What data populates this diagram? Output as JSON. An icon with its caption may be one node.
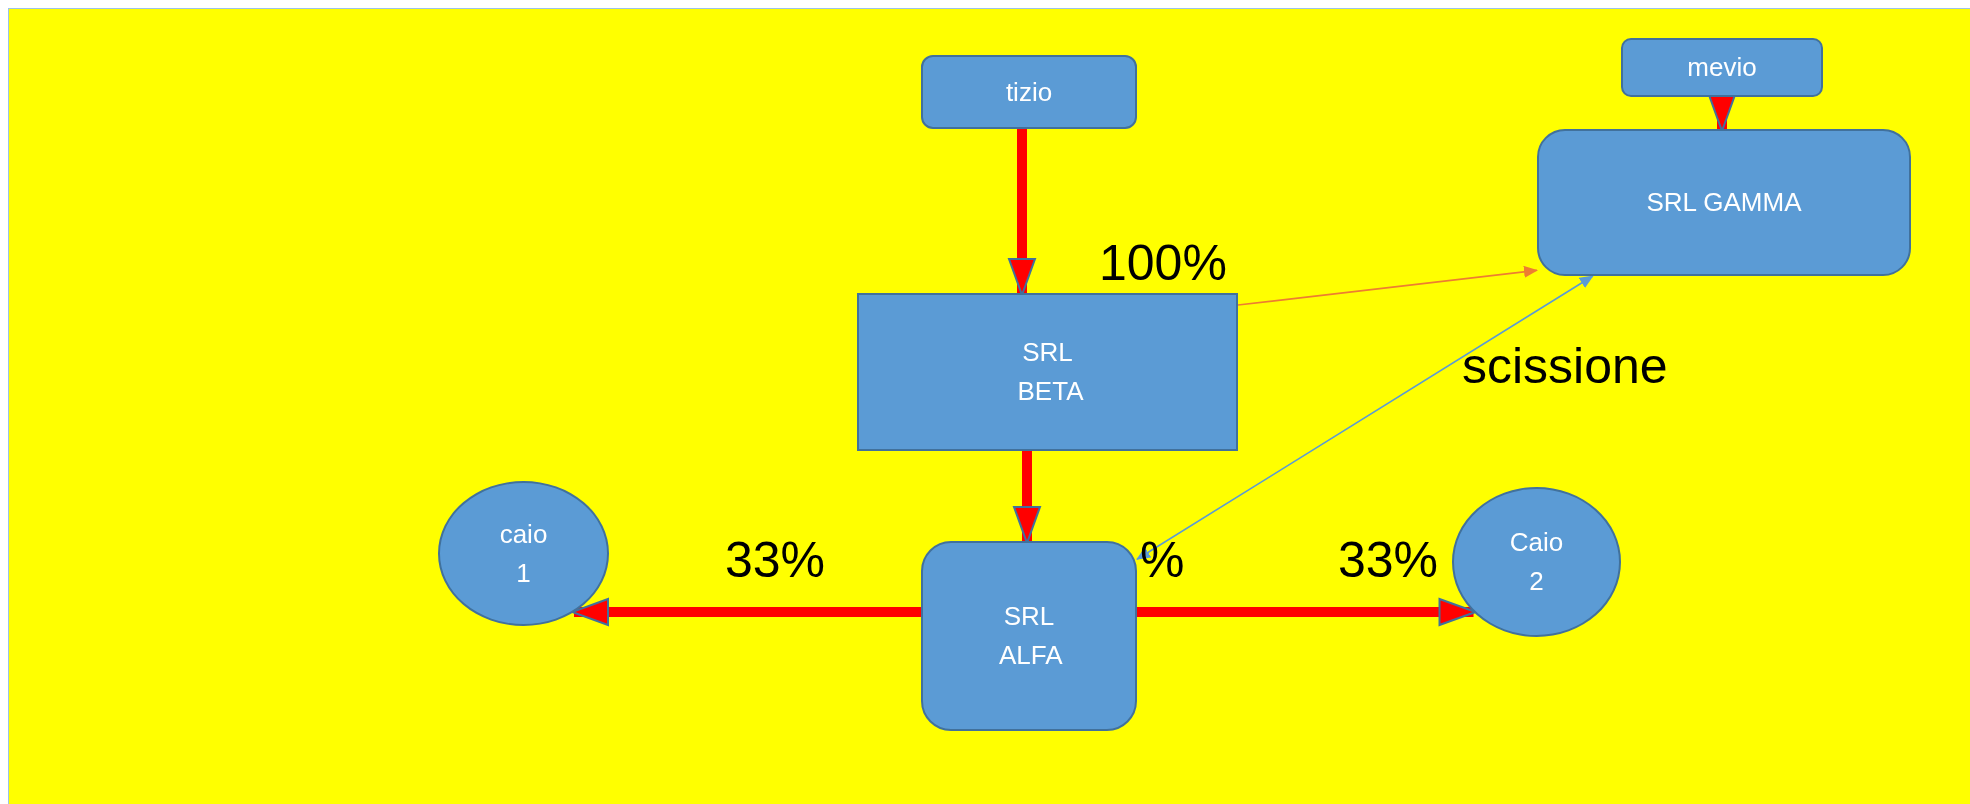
{
  "diagram": {
    "nodes": [
      {
        "text": [
          "tizio"
        ]
      },
      {
        "text": [
          "mevio"
        ]
      },
      {
        "text": [
          "SRL GAMMA"
        ]
      },
      {
        "text": [
          "SRL BETA"
        ]
      },
      {
        "text": [
          "caio 1"
        ]
      },
      {
        "text": [
          "SRL ALFA"
        ]
      },
      {
        "text": [
          "Caio 2"
        ]
      }
    ],
    "edges": [
      {
        "from": 0,
        "to": 3,
        "arrow": "to"
      },
      {
        "from": 1,
        "to": 2,
        "arrow": "to"
      },
      {
        "from": 3,
        "to": 5,
        "arrow": "to"
      },
      {
        "from": 5,
        "to": 4,
        "arrow": "to"
      },
      {
        "from": 5,
        "to": 6,
        "arrow": "to"
      },
      {
        "from": 3,
        "to": 2,
        "arrow": "to",
        "color": "#ed7d31"
      },
      {
        "from": 2,
        "to": 5,
        "arrow": "both",
        "color": "#5b9bd5"
      }
    ],
    "labels": [
      "100%",
      "scissione",
      "33%",
      "%",
      "33%"
    ]
  }
}
